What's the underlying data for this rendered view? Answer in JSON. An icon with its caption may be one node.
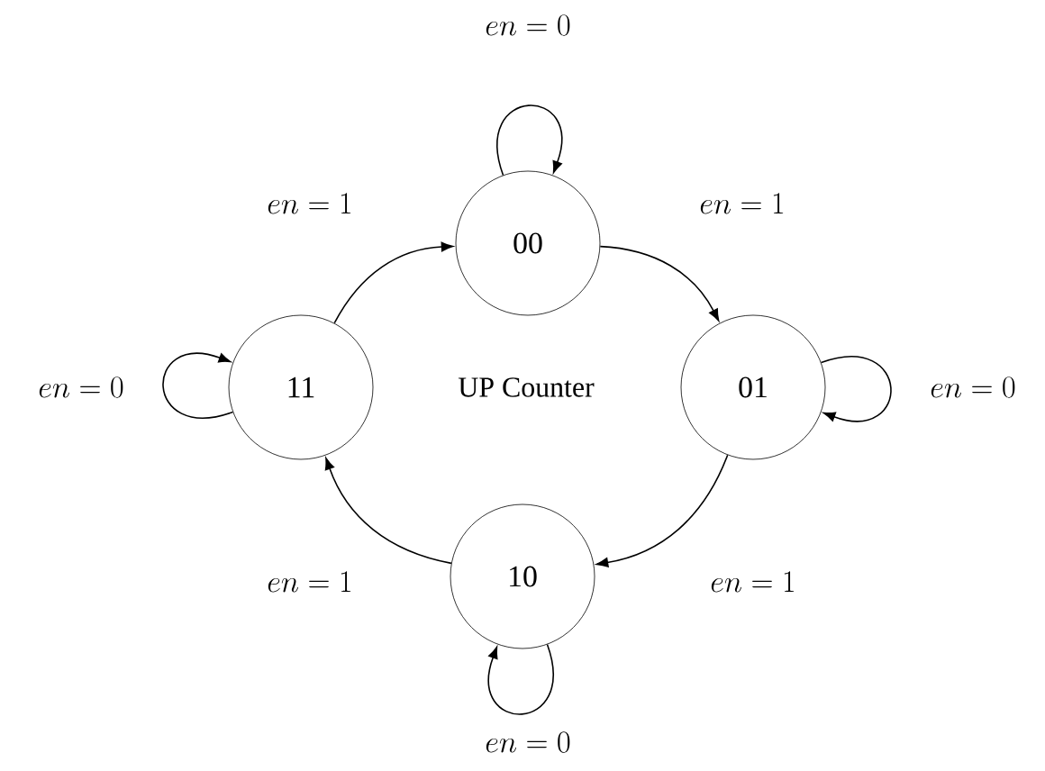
{
  "diagram": {
    "nodes": [
      {
        "text": [
          "00"
        ]
      },
      {
        "text": [
          "01"
        ]
      },
      {
        "text": [
          "10"
        ]
      },
      {
        "text": [
          "11"
        ]
      }
    ],
    "edges": [
      {
        "from": 0,
        "to": 1,
        "arrow": "to",
        "label": "en = 1"
      },
      {
        "from": 1,
        "to": 2,
        "arrow": "to",
        "label": "en = 1"
      },
      {
        "from": 2,
        "to": 3,
        "arrow": "to",
        "label": "en = 1"
      },
      {
        "from": 3,
        "to": 0,
        "arrow": "to",
        "label": "en = 1"
      },
      {
        "from": 0,
        "to": 0,
        "arrow": "to",
        "label": "en = 0"
      },
      {
        "from": 1,
        "to": 1,
        "arrow": "to",
        "label": "en = 0"
      },
      {
        "from": 2,
        "to": 2,
        "arrow": "to",
        "label": "en = 0"
      },
      {
        "from": 3,
        "to": 3,
        "arrow": "to",
        "label": "en = 0"
      }
    ],
    "labels": [
      "UP Counter"
    ]
  }
}
